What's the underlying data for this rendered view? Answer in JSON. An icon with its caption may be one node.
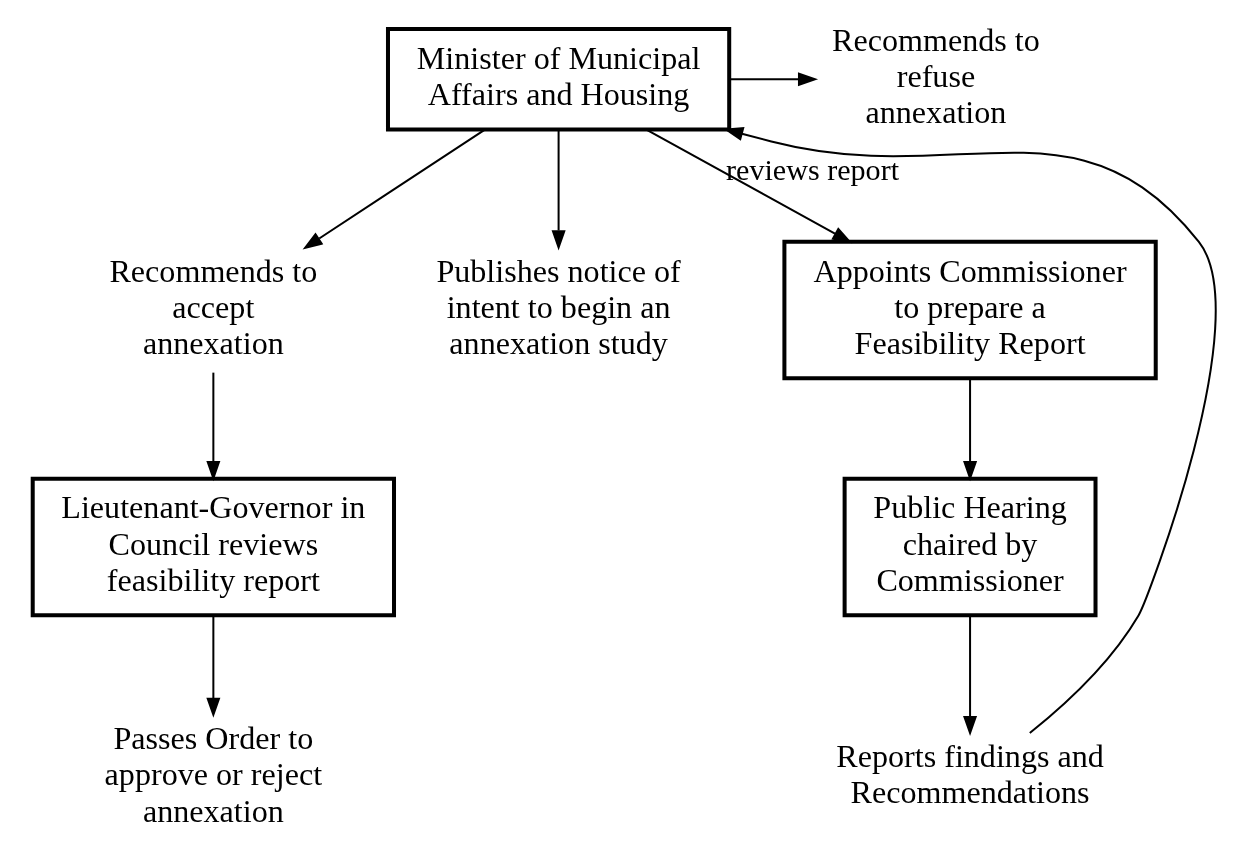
{
  "diagram": {
    "nodes": [
      {
        "text": [
          "Minister of Municipal Affairs and Housing"
        ]
      },
      {
        "text": [
          "Recommends to refuse annexation"
        ]
      },
      {
        "text": [
          "Recommends to accept annexation"
        ]
      },
      {
        "text": [
          "Publishes notice of intent to begin an annexation study"
        ]
      },
      {
        "text": [
          "Appoints Commissioner to prepare a Feasibility Report"
        ]
      },
      {
        "text": [
          "Lieutenant-Governor in Council reviews feasibility report"
        ]
      },
      {
        "text": [
          "Public Hearing chaired by Commissioner"
        ]
      },
      {
        "text": [
          "Passes Order to approve or reject annexation"
        ]
      },
      {
        "text": [
          "Reports findings and Recommendations"
        ]
      }
    ],
    "edges": [
      {
        "from": 0,
        "to": 1,
        "arrow": "to"
      },
      {
        "from": 0,
        "to": 2,
        "arrow": "to"
      },
      {
        "from": 0,
        "to": 3,
        "arrow": "to"
      },
      {
        "from": 0,
        "to": 4,
        "arrow": "to"
      },
      {
        "from": 2,
        "to": 5,
        "arrow": "to"
      },
      {
        "from": 4,
        "to": 6,
        "arrow": "to"
      },
      {
        "from": 5,
        "to": 7,
        "arrow": "to"
      },
      {
        "from": 6,
        "to": 8,
        "arrow": "to"
      },
      {
        "from": 8,
        "to": 0,
        "label": "reviews report",
        "arrow": "to"
      }
    ]
  }
}
